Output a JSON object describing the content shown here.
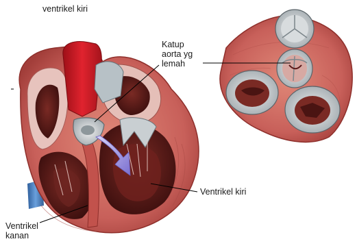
{
  "labels": {
    "top_fragment": "ventrikel kiri",
    "valve": "Katup\naorta yg\nlemah",
    "left_ventricle": "Ventrikel kiri",
    "right_ventricle": "Ventrikel\nkanan"
  },
  "colors": {
    "background": "#ffffff",
    "aorta": "#d3202b",
    "vena_cava": "#4d86c8",
    "myocardium": "#c8605a",
    "chamber_dark": "#5a1818",
    "valve_tissue": "#b8c0c4",
    "flow_arrow": "#8b80d8",
    "leader_line": "#000000"
  }
}
